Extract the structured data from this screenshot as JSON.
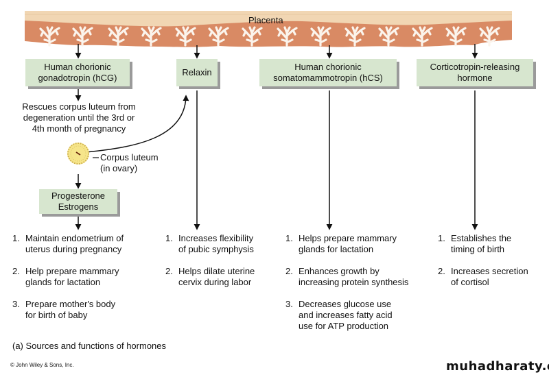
{
  "placenta": {
    "label": "Placenta",
    "colors": {
      "top_layer": "#f1d6b3",
      "tissue": "#d98a64",
      "villi": "#fbf4ec"
    }
  },
  "hormones": [
    {
      "id": "hcg",
      "label": "Human chorionic\ngonadotropin (hCG)",
      "note": "Rescues corpus luteum from\ndegeneration until the 3rd or\n4th month of pregnancy"
    },
    {
      "id": "relaxin",
      "label": "Relaxin"
    },
    {
      "id": "hcs",
      "label": "Human chorionic\nsomatomammotropin (hCS)"
    },
    {
      "id": "crh",
      "label": "Corticotropin-releasing\nhormone"
    }
  ],
  "corpus_luteum": {
    "label": "Corpus luteum\n(in ovary)"
  },
  "progesterone_box": {
    "label": "Progesterone\nEstrogens"
  },
  "functions": {
    "progesterone_estrogens": [
      {
        "num": "1.",
        "text": "Maintain endometrium of\nuterus during pregnancy"
      },
      {
        "num": "2.",
        "text": "Help prepare mammary\nglands for lactation"
      },
      {
        "num": "3.",
        "text": "Prepare mother's body\nfor birth of baby"
      }
    ],
    "relaxin": [
      {
        "num": "1.",
        "text": "Increases flexibility\nof pubic symphysis"
      },
      {
        "num": "2.",
        "text": "Helps dilate uterine\ncervix during labor"
      }
    ],
    "hcs": [
      {
        "num": "1.",
        "text": "Helps prepare mammary\nglands for lactation"
      },
      {
        "num": "2.",
        "text": "Enhances growth by\nincreasing protein synthesis"
      },
      {
        "num": "3.",
        "text": "Decreases glucose use\nand increases fatty acid\nuse for ATP production"
      }
    ],
    "crh": [
      {
        "num": "1.",
        "text": "Establishes the\ntiming of birth"
      },
      {
        "num": "2.",
        "text": "Increases secretion\nof cortisol"
      }
    ]
  },
  "caption": "(a) Sources and functions of hormones",
  "copyright": "© John Wiley & Sons, Inc.",
  "watermark": "muhadharaty.com",
  "colors": {
    "box_fill": "#d7e6cf",
    "box_shadow": "#9a9a9a",
    "corpus_luteum": "#f6e58a"
  }
}
